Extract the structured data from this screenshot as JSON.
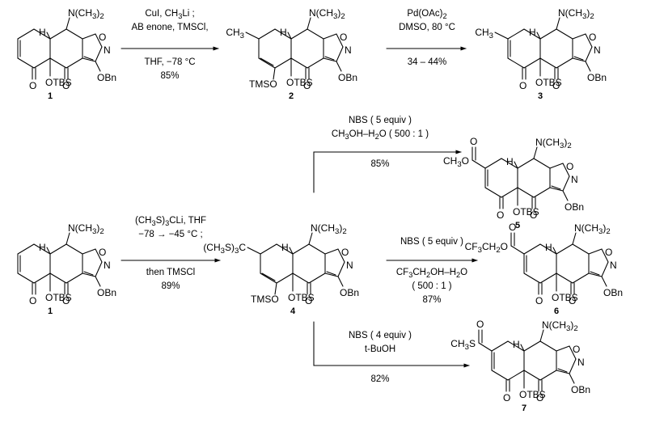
{
  "compounds": [
    {
      "id": "c1a",
      "number": "1",
      "r_label": "",
      "r_x": 0,
      "r_y": 0,
      "has_tms": false,
      "enone": true,
      "ester": false,
      "methyl": false
    },
    {
      "id": "c2",
      "number": "2",
      "r_label": "CH3",
      "has_tms": true,
      "enone": false,
      "ester": false,
      "methyl": true
    },
    {
      "id": "c3",
      "number": "3",
      "r_label": "CH3",
      "has_tms": false,
      "enone": true,
      "ester": false,
      "methyl": true
    },
    {
      "id": "c5",
      "number": "5",
      "r_label": "CH3O",
      "has_tms": false,
      "enone": true,
      "ester": true
    },
    {
      "id": "c1b",
      "number": "1",
      "r_label": "",
      "has_tms": false,
      "enone": true,
      "ester": false
    },
    {
      "id": "c4",
      "number": "4",
      "r_label": "(CH3S)3C",
      "has_tms": true,
      "enone": false,
      "ester": false
    },
    {
      "id": "c6",
      "number": "6",
      "r_label": "CF3CH2O",
      "has_tms": false,
      "enone": true,
      "ester": true
    },
    {
      "id": "c7",
      "number": "7",
      "r_label": "CH3S",
      "has_tms": false,
      "enone": true,
      "ester": true
    }
  ],
  "atom_labels": {
    "nme2": "N(CH3)2",
    "h": "H",
    "o": "O",
    "n": "N",
    "obn": "OBn",
    "otbs": "OTBS",
    "tmso": "TMSO"
  },
  "reactions": [
    {
      "id": "r1",
      "above": [
        "CuI, CH3Li ;",
        "AB enone, TMSCl,"
      ],
      "below": [
        "THF, −78 °C",
        "85%"
      ]
    },
    {
      "id": "r2",
      "above": [
        "Pd(OAc)2",
        "DMSO, 80 °C"
      ],
      "below": [
        "34 – 44%"
      ]
    },
    {
      "id": "r3",
      "above": [
        "NBS ( 5 equiv )",
        "CH3OH–H2O ( 500 : 1 )"
      ],
      "below": [
        "85%"
      ]
    },
    {
      "id": "r4",
      "above": [
        "(CH3S)3CLi, THF",
        "−78 → −45 °C ;"
      ],
      "below": [
        "then TMSCl",
        "89%"
      ]
    },
    {
      "id": "r5",
      "above": [
        "NBS ( 5 equiv )"
      ],
      "below": [
        "CF3CH2OH–H2O",
        "( 500 : 1 )",
        "87%"
      ]
    },
    {
      "id": "r6",
      "above": [
        "NBS ( 4 equiv )",
        "t-BuOH"
      ],
      "below": [
        "82%"
      ]
    }
  ]
}
